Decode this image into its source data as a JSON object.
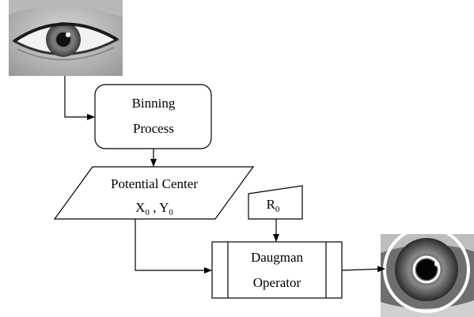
{
  "diagram": {
    "input_image": "grayscale-eye-photo",
    "output_image": "grayscale-eye-photo-with-detected-pupil-and-iris-circles",
    "nodes": {
      "binning": {
        "line1": "Binning",
        "line2": "Process",
        "shape": "rounded-rectangle"
      },
      "center": {
        "line1": "Potential Center",
        "x_main": "X",
        "x_sub": "0",
        "sep": " , ",
        "y_main": "Y",
        "y_sub": "0",
        "shape": "parallelogram"
      },
      "r0": {
        "main": "R",
        "sub": "0",
        "shape": "manual-input"
      },
      "daugman": {
        "line1": "Daugman",
        "line2": "Operator",
        "shape": "predefined-process"
      }
    },
    "edges": [
      {
        "from": "input_image",
        "to": "binning"
      },
      {
        "from": "binning",
        "to": "center"
      },
      {
        "from": "center",
        "to": "daugman"
      },
      {
        "from": "r0",
        "to": "daugman"
      },
      {
        "from": "daugman",
        "to": "output_image"
      }
    ]
  }
}
